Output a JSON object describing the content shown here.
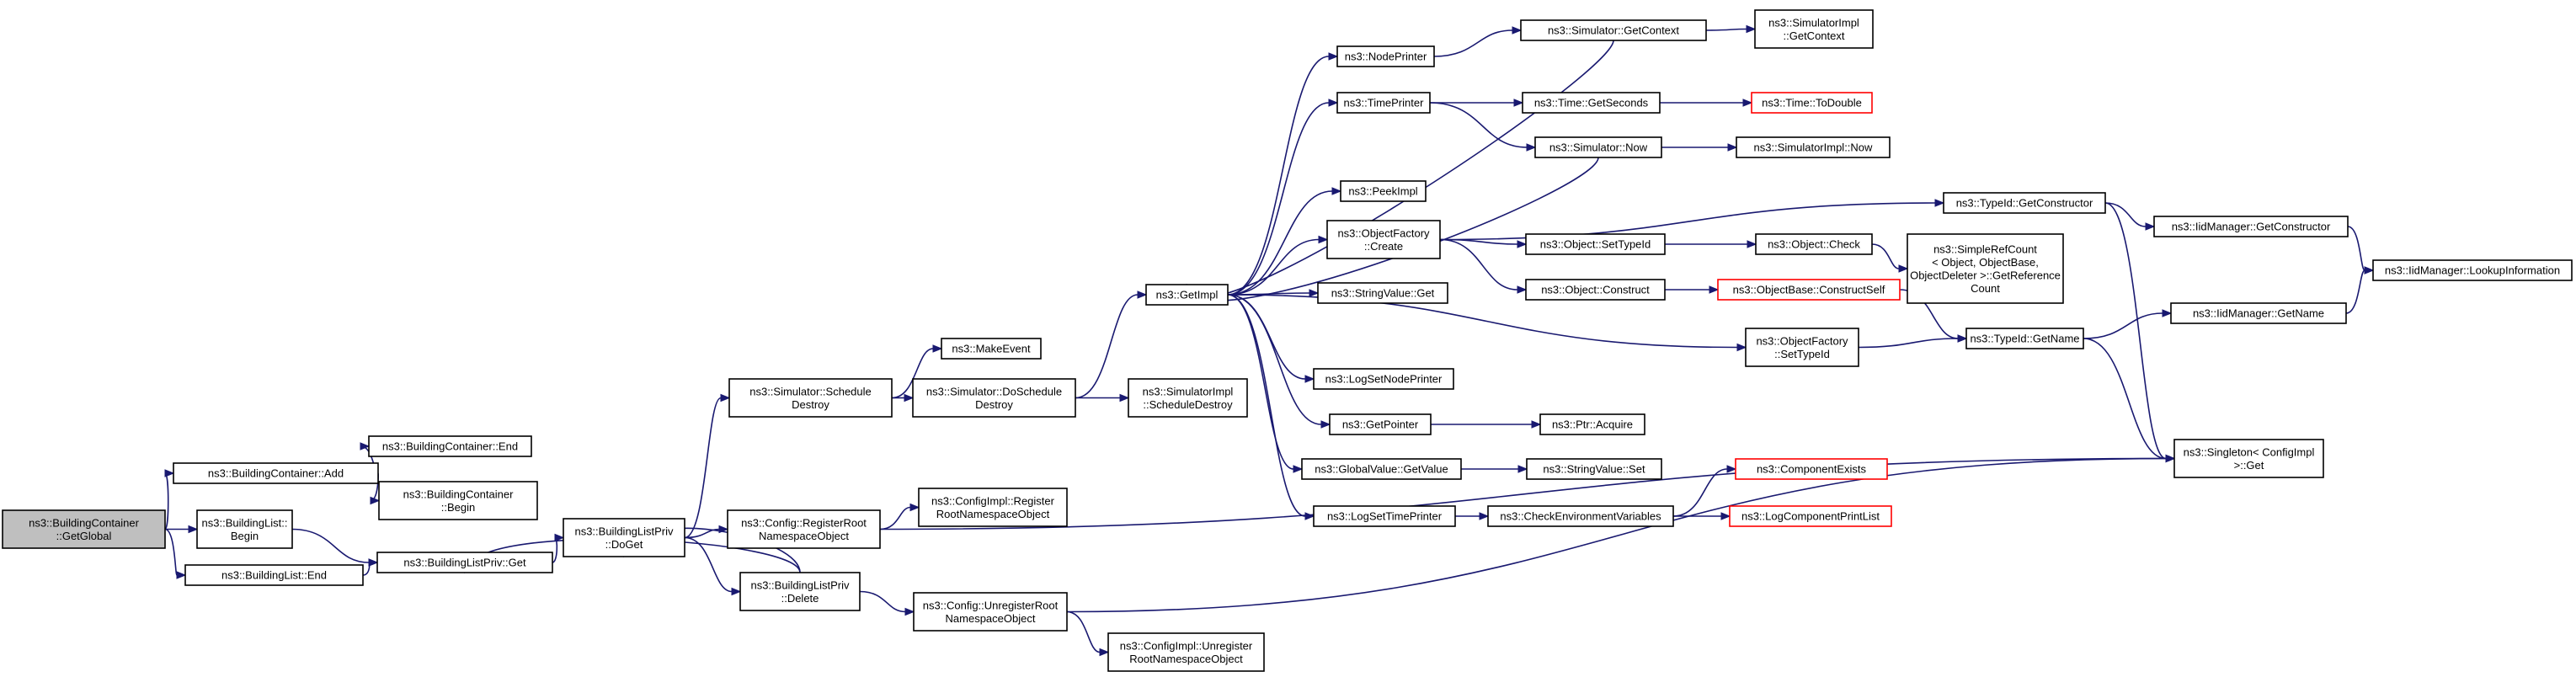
{
  "graph": {
    "edge_color": "#191970",
    "node_border_color": "#000000",
    "root_fill_color": "#bfbfbf",
    "truncated_border_color": "#ff0000",
    "nodes": [
      {
        "id": "root",
        "lines": [
          "ns3::BuildingContainer",
          "::GetGlobal"
        ],
        "style": "root"
      },
      {
        "id": "bcadd",
        "lines": [
          "ns3::BuildingContainer::Add"
        ]
      },
      {
        "id": "blbegin",
        "lines": [
          "ns3::BuildingList::",
          "Begin"
        ]
      },
      {
        "id": "blend",
        "lines": [
          "ns3::BuildingList::End"
        ]
      },
      {
        "id": "bcend",
        "lines": [
          "ns3::BuildingContainer::End"
        ]
      },
      {
        "id": "bcbegin",
        "lines": [
          "ns3::BuildingContainer",
          "::Begin"
        ]
      },
      {
        "id": "blpget",
        "lines": [
          "ns3::BuildingListPriv::Get"
        ]
      },
      {
        "id": "blpdoget",
        "lines": [
          "ns3::BuildingListPriv",
          "::DoGet"
        ]
      },
      {
        "id": "blpdelete",
        "lines": [
          "ns3::BuildingListPriv",
          "::Delete"
        ]
      },
      {
        "id": "simsched",
        "lines": [
          "ns3::Simulator::Schedule",
          "Destroy"
        ]
      },
      {
        "id": "cfgreg",
        "lines": [
          "ns3::Config::RegisterRoot",
          "NamespaceObject"
        ]
      },
      {
        "id": "cfgunreg",
        "lines": [
          "ns3::Config::UnregisterRoot",
          "NamespaceObject"
        ]
      },
      {
        "id": "makeevent",
        "lines": [
          "ns3::MakeEvent"
        ]
      },
      {
        "id": "simdosched",
        "lines": [
          "ns3::Simulator::DoSchedule",
          "Destroy"
        ]
      },
      {
        "id": "cfgimplreg",
        "lines": [
          "ns3::ConfigImpl::Register",
          "RootNamespaceObject"
        ]
      },
      {
        "id": "cfgimplunreg",
        "lines": [
          "ns3::ConfigImpl::Unregister",
          "RootNamespaceObject"
        ]
      },
      {
        "id": "simimplsched",
        "lines": [
          "ns3::SimulatorImpl",
          "::ScheduleDestroy"
        ]
      },
      {
        "id": "getimpl",
        "lines": [
          "ns3::GetImpl"
        ]
      },
      {
        "id": "nodeprinter",
        "lines": [
          "ns3::NodePrinter"
        ]
      },
      {
        "id": "timeprinter",
        "lines": [
          "ns3::TimePrinter"
        ]
      },
      {
        "id": "peekimpl",
        "lines": [
          "ns3::PeekImpl"
        ]
      },
      {
        "id": "ofcreate",
        "lines": [
          "ns3::ObjectFactory",
          "::Create"
        ]
      },
      {
        "id": "strvalget",
        "lines": [
          "ns3::StringValue::Get"
        ]
      },
      {
        "id": "ofsettypeid",
        "lines": [
          "ns3::ObjectFactory",
          "::SetTypeId"
        ]
      },
      {
        "id": "logsetnode",
        "lines": [
          "ns3::LogSetNodePrinter"
        ]
      },
      {
        "id": "getpointer",
        "lines": [
          "ns3::GetPointer"
        ]
      },
      {
        "id": "gvgetvalue",
        "lines": [
          "ns3::GlobalValue::GetValue"
        ]
      },
      {
        "id": "logsettime",
        "lines": [
          "ns3::LogSetTimePrinter"
        ]
      },
      {
        "id": "simgetctx",
        "lines": [
          "ns3::Simulator::GetContext"
        ]
      },
      {
        "id": "timegetsec",
        "lines": [
          "ns3::Time::GetSeconds"
        ]
      },
      {
        "id": "simnow",
        "lines": [
          "ns3::Simulator::Now"
        ]
      },
      {
        "id": "objsettypeid",
        "lines": [
          "ns3::Object::SetTypeId"
        ]
      },
      {
        "id": "objconstruct",
        "lines": [
          "ns3::Object::Construct"
        ]
      },
      {
        "id": "ptracquire",
        "lines": [
          "ns3::Ptr::Acquire"
        ]
      },
      {
        "id": "strvalset",
        "lines": [
          "ns3::StringValue::Set"
        ]
      },
      {
        "id": "checkenv",
        "lines": [
          "ns3::CheckEnvironmentVariables"
        ]
      },
      {
        "id": "simimplgetctx",
        "lines": [
          "ns3::SimulatorImpl",
          "::GetContext"
        ]
      },
      {
        "id": "timetodouble",
        "lines": [
          "ns3::Time::ToDouble"
        ],
        "style": "trunc"
      },
      {
        "id": "simimplnow",
        "lines": [
          "ns3::SimulatorImpl::Now"
        ]
      },
      {
        "id": "objcheck",
        "lines": [
          "ns3::Object::Check"
        ]
      },
      {
        "id": "obconstructself",
        "lines": [
          "ns3::ObjectBase::ConstructSelf"
        ],
        "style": "trunc"
      },
      {
        "id": "compexists",
        "lines": [
          "ns3::ComponentExists"
        ],
        "style": "trunc"
      },
      {
        "id": "logcompprint",
        "lines": [
          "ns3::LogComponentPrintList"
        ],
        "style": "trunc"
      },
      {
        "id": "typeidgetctor",
        "lines": [
          "ns3::TypeId::GetConstructor"
        ]
      },
      {
        "id": "simplerefcount",
        "lines": [
          "ns3::SimpleRefCount",
          "< Object, ObjectBase,",
          "ObjectDeleter >::GetReference",
          "Count"
        ]
      },
      {
        "id": "typeidgetname",
        "lines": [
          "ns3::TypeId::GetName"
        ]
      },
      {
        "id": "iidgetctor",
        "lines": [
          "ns3::IidManager::GetConstructor"
        ]
      },
      {
        "id": "iidgetname",
        "lines": [
          "ns3::IidManager::GetName"
        ]
      },
      {
        "id": "singletonget",
        "lines": [
          "ns3::Singleton< ConfigImpl",
          " >::Get"
        ]
      },
      {
        "id": "iidlookup",
        "lines": [
          "ns3::IidManager::LookupInformation"
        ]
      }
    ],
    "edges": [
      [
        "root",
        "bcadd"
      ],
      [
        "root",
        "blbegin"
      ],
      [
        "root",
        "blend"
      ],
      [
        "bcadd",
        "bcend"
      ],
      [
        "bcadd",
        "bcbegin"
      ],
      [
        "blbegin",
        "blpget"
      ],
      [
        "blend",
        "blpget"
      ],
      [
        "blpget",
        "blpdoget"
      ],
      [
        "blpdoget",
        "simsched"
      ],
      [
        "blpdoget",
        "cfgreg"
      ],
      [
        "blpdoget",
        "blpdelete"
      ],
      [
        "blpdelete",
        "blpdoget"
      ],
      [
        "blpdelete",
        "blpget"
      ],
      [
        "blpdelete",
        "cfgunreg"
      ],
      [
        "simsched",
        "makeevent"
      ],
      [
        "simsched",
        "simdosched"
      ],
      [
        "simdosched",
        "simimplsched"
      ],
      [
        "simdosched",
        "getimpl"
      ],
      [
        "cfgreg",
        "cfgimplreg"
      ],
      [
        "cfgreg",
        "singletonget"
      ],
      [
        "cfgunreg",
        "cfgimplunreg"
      ],
      [
        "cfgunreg",
        "singletonget"
      ],
      [
        "getimpl",
        "nodeprinter"
      ],
      [
        "getimpl",
        "timeprinter"
      ],
      [
        "getimpl",
        "peekimpl"
      ],
      [
        "getimpl",
        "ofcreate"
      ],
      [
        "getimpl",
        "strvalget"
      ],
      [
        "getimpl",
        "ofsettypeid"
      ],
      [
        "getimpl",
        "logsetnode"
      ],
      [
        "getimpl",
        "getpointer"
      ],
      [
        "getimpl",
        "gvgetvalue"
      ],
      [
        "getimpl",
        "logsettime"
      ],
      [
        "nodeprinter",
        "simgetctx"
      ],
      [
        "simgetctx",
        "getimpl"
      ],
      [
        "simgetctx",
        "simimplgetctx"
      ],
      [
        "timeprinter",
        "timegetsec"
      ],
      [
        "timeprinter",
        "simnow"
      ],
      [
        "simnow",
        "getimpl"
      ],
      [
        "simnow",
        "simimplnow"
      ],
      [
        "timegetsec",
        "timetodouble"
      ],
      [
        "ofcreate",
        "typeidgetctor"
      ],
      [
        "ofcreate",
        "objsettypeid"
      ],
      [
        "ofcreate",
        "objconstruct"
      ],
      [
        "objsettypeid",
        "objcheck"
      ],
      [
        "objcheck",
        "simplerefcount"
      ],
      [
        "objconstruct",
        "obconstructself"
      ],
      [
        "obconstructself",
        "typeidgetname"
      ],
      [
        "ofsettypeid",
        "typeidgetname"
      ],
      [
        "getpointer",
        "ptracquire"
      ],
      [
        "gvgetvalue",
        "strvalset"
      ],
      [
        "logsettime",
        "checkenv"
      ],
      [
        "checkenv",
        "compexists"
      ],
      [
        "checkenv",
        "logcompprint"
      ],
      [
        "typeidgetctor",
        "iidgetctor"
      ],
      [
        "typeidgetctor",
        "singletonget"
      ],
      [
        "iidgetctor",
        "iidlookup"
      ],
      [
        "typeidgetname",
        "iidgetname"
      ],
      [
        "typeidgetname",
        "singletonget"
      ],
      [
        "iidgetname",
        "iidlookup"
      ]
    ]
  }
}
